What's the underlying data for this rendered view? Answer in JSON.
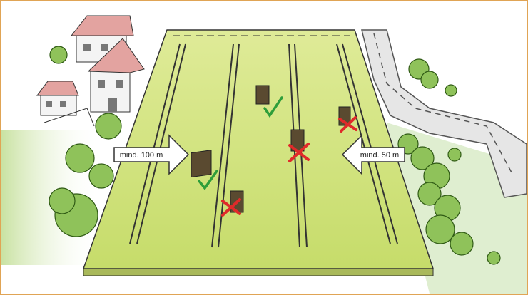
{
  "labels": {
    "left_distance": "mind. 100 m",
    "right_distance": "mind. 50 m"
  },
  "colors": {
    "frame": "#e0a455",
    "field": "#cfe07a",
    "field_light": "#e6f0a6",
    "tree": "#8fc25a",
    "tree_dark": "#3d6e1c",
    "roof": "#d98a86",
    "road": "#d9d9d9",
    "check": "#2e9e3a",
    "cross": "#e02a2a",
    "box": "#5a4a30"
  },
  "markers": [
    {
      "id": "hive-1",
      "status": "ok"
    },
    {
      "id": "hive-2",
      "status": "ok"
    },
    {
      "id": "hive-3",
      "status": "not-ok"
    },
    {
      "id": "hive-4",
      "status": "not-ok"
    },
    {
      "id": "hive-5",
      "status": "not-ok"
    }
  ]
}
